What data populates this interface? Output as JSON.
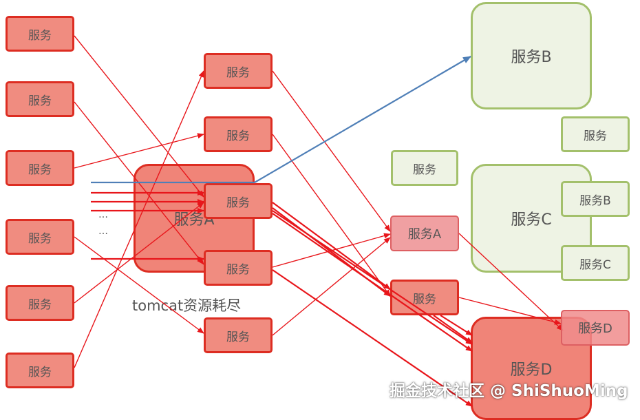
{
  "colors": {
    "red_arrow": "#e8161b",
    "blue_arrow": "#4f7fb7"
  },
  "nodes": {
    "c1": "服务",
    "c2": "服务",
    "c3": "服务",
    "c4": "服务",
    "c5": "服务",
    "c6": "服务",
    "m1": "服务",
    "m2": "服务",
    "m3": "服务",
    "m4": "服务",
    "m5": "服务",
    "svcA_big": "服务A",
    "g_small1": "服务",
    "g_small2": "服务",
    "svcA_pink": "服务A",
    "r_right": "服务",
    "svcB_big": "服务B",
    "svcC_big": "服务C",
    "svcB_small": "服务B",
    "svcC_small": "服务C",
    "svcD_big": "服务D",
    "svcD_small": "服务D"
  },
  "labels": {
    "dots1": "…",
    "dots2": "…",
    "tomcat": "tomcat资源耗尽"
  },
  "watermark": "掘金技术社区 @ ShiShuoMing"
}
